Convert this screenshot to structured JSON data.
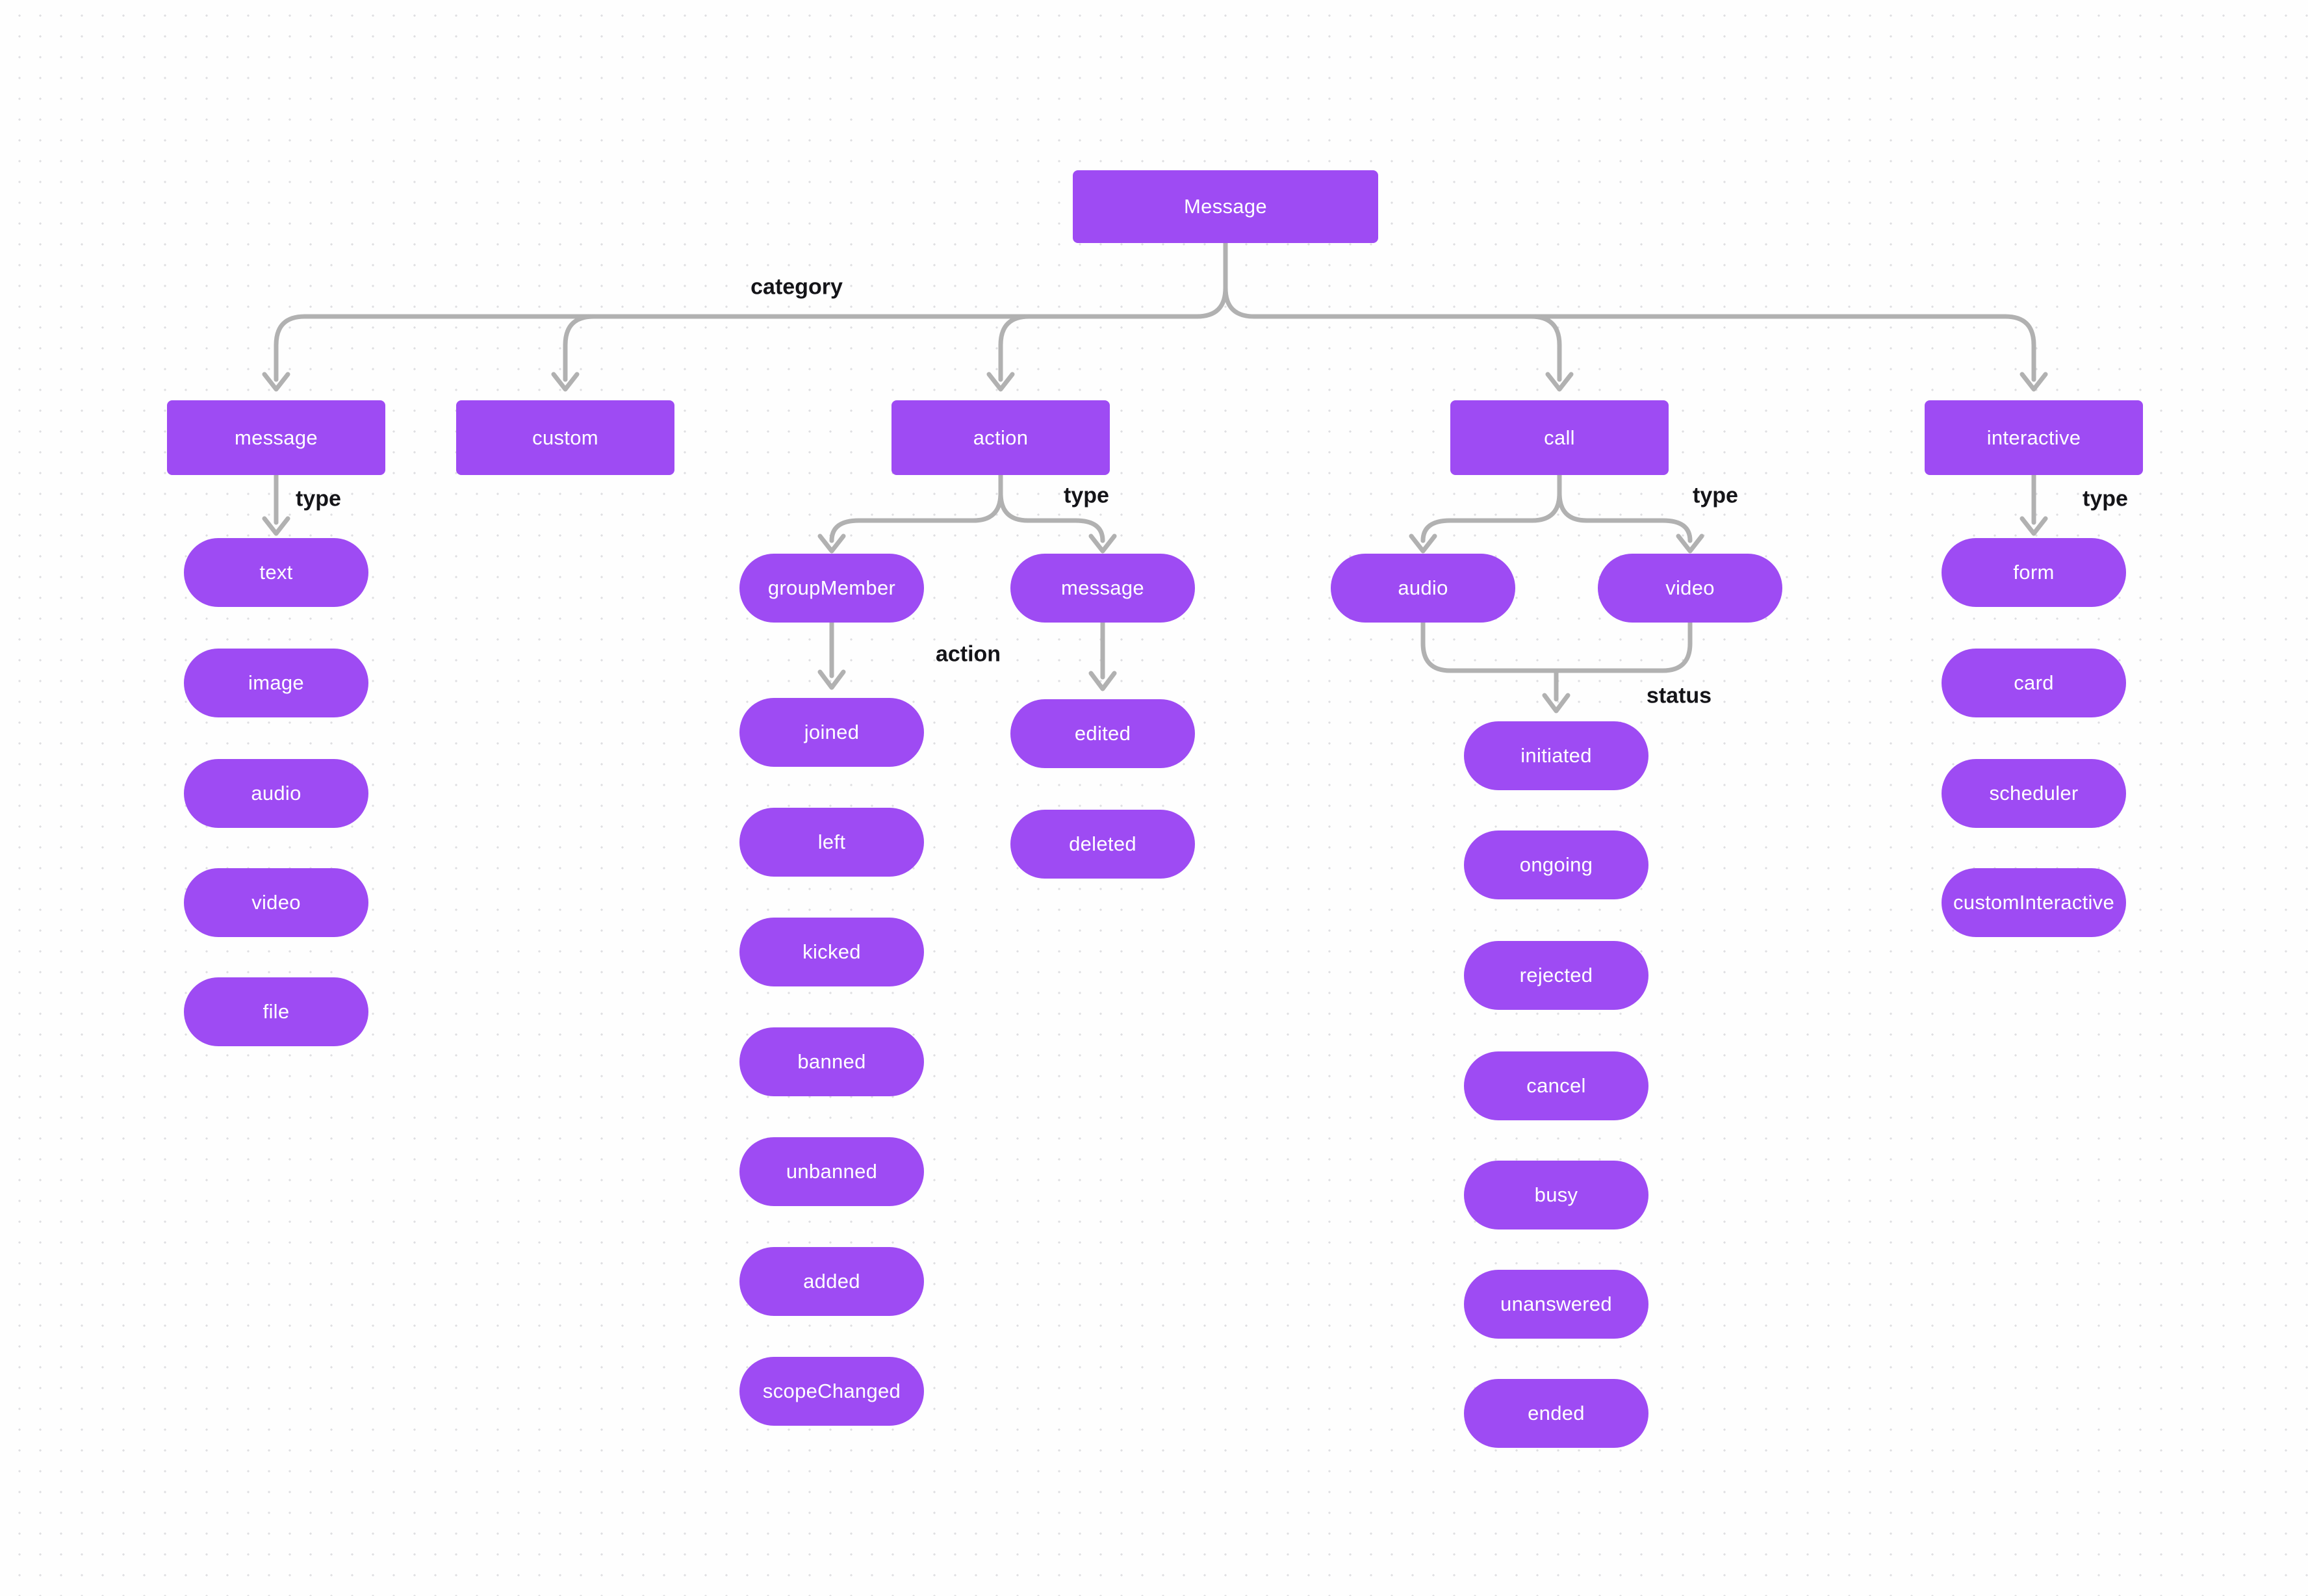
{
  "diagram": {
    "root": {
      "label": "Message"
    },
    "edge_labels": {
      "category": "category",
      "message_type": "type",
      "action_type": "type",
      "call_type": "type",
      "interactive_type": "type",
      "group_member_action": "action",
      "call_status": "status"
    },
    "categories": {
      "message": {
        "label": "message",
        "types": {
          "text": "text",
          "image": "image",
          "audio": "audio",
          "video": "video",
          "file": "file"
        }
      },
      "custom": {
        "label": "custom"
      },
      "action": {
        "label": "action",
        "types": {
          "group_member": {
            "label": "groupMember",
            "actions": {
              "joined": "joined",
              "left": "left",
              "kicked": "kicked",
              "banned": "banned",
              "unbanned": "unbanned",
              "added": "added",
              "scope_changed": "scopeChanged"
            }
          },
          "message": {
            "label": "message",
            "actions": {
              "edited": "edited",
              "deleted": "deleted"
            }
          }
        }
      },
      "call": {
        "label": "call",
        "types": {
          "audio": "audio",
          "video": "video"
        },
        "statuses": {
          "initiated": "initiated",
          "ongoing": "ongoing",
          "rejected": "rejected",
          "cancel": "cancel",
          "busy": "busy",
          "unanswered": "unanswered",
          "ended": "ended"
        }
      },
      "interactive": {
        "label": "interactive",
        "types": {
          "form": "form",
          "card": "card",
          "scheduler": "scheduler",
          "custom_interactive": "customInteractive"
        }
      }
    },
    "colors": {
      "node_fill": "#9e4bf3",
      "node_text": "#ffffff",
      "connector": "#b1b1b1",
      "edge_label_text": "#141418",
      "background": "#fefefe",
      "dot_grid": "#dedee1"
    }
  }
}
